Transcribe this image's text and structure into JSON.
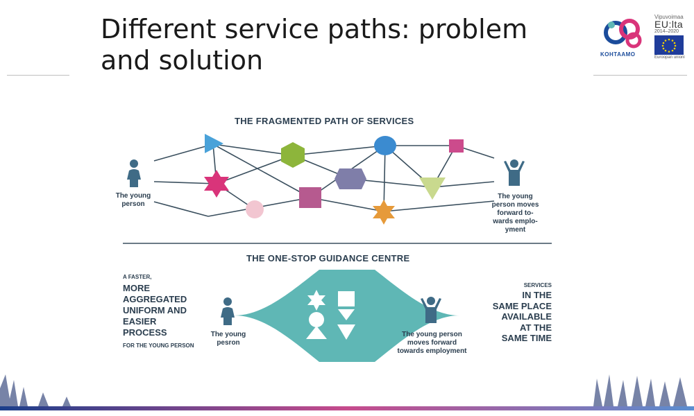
{
  "title": {
    "line1": "Different service paths: problem",
    "line2": "and solution"
  },
  "logos": {
    "kohtaamo": "KOHTAAMO",
    "eu_small": "Vipuvoimaa",
    "eu_big": "EU:lta",
    "eu_years": "2014–2020",
    "eu_under": "Euroopan unioni"
  },
  "diagram": {
    "top": {
      "heading": "THE FRAGMENTED PATH OF SERVICES",
      "left_label": [
        "The young",
        "person"
      ],
      "right_label": [
        "The young",
        "person moves",
        "forward to-",
        "wards emplo-",
        "yment"
      ]
    },
    "bottom": {
      "heading": "THE ONE-STOP GUIDANCE CENTRE",
      "left_small": "A FASTER,",
      "left_big": [
        "MORE",
        "AGGREGATED",
        "UNIFORM AND",
        "EASIER",
        "PROCESS"
      ],
      "left_footer": "FOR THE YOUNG PERSON",
      "person_left": [
        "The young",
        "pesron"
      ],
      "person_right": [
        "The young person",
        "moves forward",
        "towards employment"
      ],
      "right_small": "SERVICES",
      "right_big": [
        "IN THE",
        "SAME PLACE",
        "AVAILABLE",
        "AT THE",
        "SAME TIME"
      ]
    }
  },
  "colors": {
    "text_dark": "#2b3e4f",
    "person": "#3f6b86",
    "teal": "#5fb7b5",
    "blue_triangle": "#4aa2d9",
    "green_hex": "#8db53b",
    "blue_circle": "#3b8bd0",
    "pink_square": "#cc4b8c",
    "purple_hex": "#7f7ea9",
    "magenta_star": "#d9347a",
    "pink_circle": "#f2c6d1",
    "mauve_square": "#b65a8f",
    "lime_triangle": "#c9d98e",
    "orange_star": "#e69a3a"
  }
}
